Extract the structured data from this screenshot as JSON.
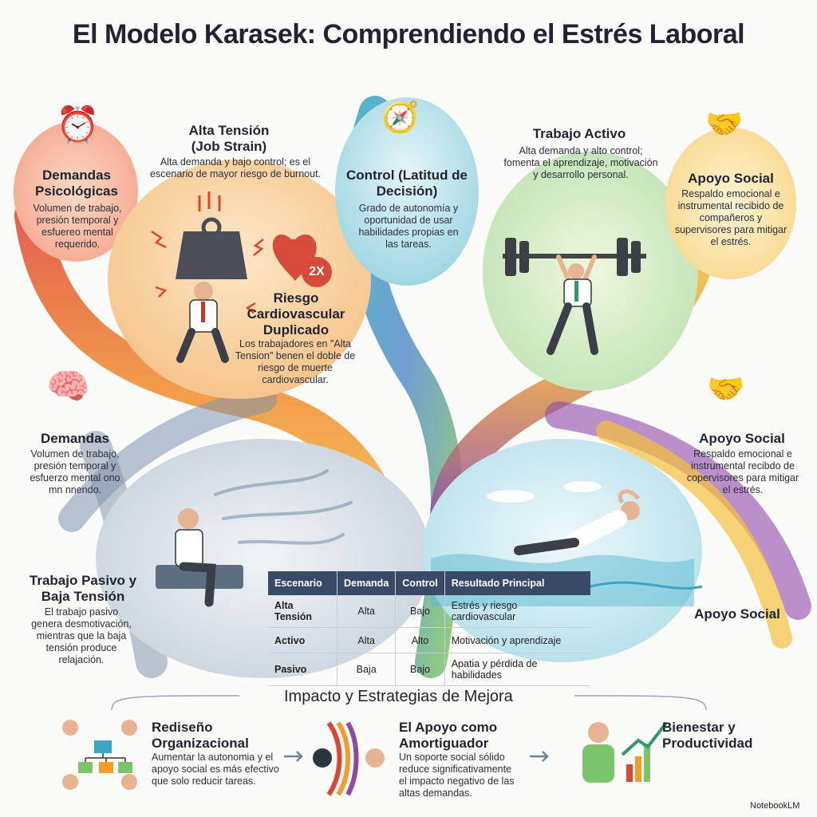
{
  "title": "El Modelo Karasek: Comprendiendo el Estrés Laboral",
  "colors": {
    "red": "#e0452f",
    "orange": "#f39c2b",
    "teal": "#3aa6c4",
    "green": "#7cc46a",
    "purple": "#8e4aa8",
    "gray_blue": "#6c819a",
    "yellow": "#f5c13b",
    "navy": "#3a4a66"
  },
  "sections": {
    "demandas_psicologicas": {
      "title": "Demandas Psicológicas",
      "text": "Volumen de trabajo, presión temporal y esfuereo mental requerido.",
      "icon": "alarm-clock-icon"
    },
    "alta_tension": {
      "title": "Alta Tensión (Job Strain)",
      "text": "Alta demanda y bajo control; es el escenario de mayor riesgo de burnout."
    },
    "riesgo": {
      "badge": "2X",
      "title": "Riesgo Cardiovascular Duplicado",
      "text": "Los trabajadores en \"Alta Tension\" benen el doble de riesgo de muerte cardiovascular.",
      "icon": "heart-icon"
    },
    "control": {
      "title": "Control (Latitud de Decisión)",
      "text": "Grado de autonomía y oportunidad de usar habilidades propias en las tareas.",
      "icon": "compass-icon"
    },
    "trabajo_activo": {
      "title": "Trabajo Activo",
      "text": "Alta demanda y alto control; fomenta el aprendizaje, motivación y desarrollo personal."
    },
    "apoyo_social_1": {
      "title": "Apoyo Social",
      "text": "Respaldo emocional e instrumental recibido de compañeros y supervisores para mitigar el estrés.",
      "icon": "handshake-bridge-icon"
    },
    "demandas": {
      "title": "Demandas",
      "text": "Volumen de trabajo, presión temporal y esfuerzo mental ono mn nnendo.",
      "icon": "brain-icon"
    },
    "apoyo_social_2": {
      "title": "Apoyo Social",
      "text": "Respaldo emocional e instrumental recibdo de copervisores para mitigar el estrés.",
      "icon": "handshake-bridge-icon"
    },
    "trabajo_pasivo": {
      "title": "Trabajo Pasivo y Baja Tensión",
      "text": "El trabajo pasivo genera desmotivación, mientras que la baja tensión produce relajación."
    },
    "apoyo_social_3": {
      "title": "Apoyo Social"
    }
  },
  "table": {
    "headers": [
      "Escenario",
      "Demanda",
      "Control",
      "Resultado Principal"
    ],
    "rows": [
      [
        "Alta Tensión",
        "Alta",
        "Bajo",
        "Estrés y riesgo cardiovascular"
      ],
      [
        "Activo",
        "Alta",
        "Alto",
        "Motivación y aprendizaje"
      ],
      [
        "Pasivo",
        "Baja",
        "Bajo",
        "Apatia y pérdida de habilidades"
      ]
    ]
  },
  "impact": {
    "title": "Impacto y Estrategias de Mejora",
    "items": [
      {
        "title": "Rediseño Organizacional",
        "text": "Aumentar la autonomia y el apoyo social es más efectivo que solo reducir tareas."
      },
      {
        "title": "El Apoyo como Amortiguador",
        "text": "Un soporte social sólido reduce significativamente el impacto negativo de las altas demandas."
      },
      {
        "title": "Bienestar y Productividad",
        "text": ""
      }
    ]
  },
  "footer": {
    "badge": "NotebookLM"
  }
}
